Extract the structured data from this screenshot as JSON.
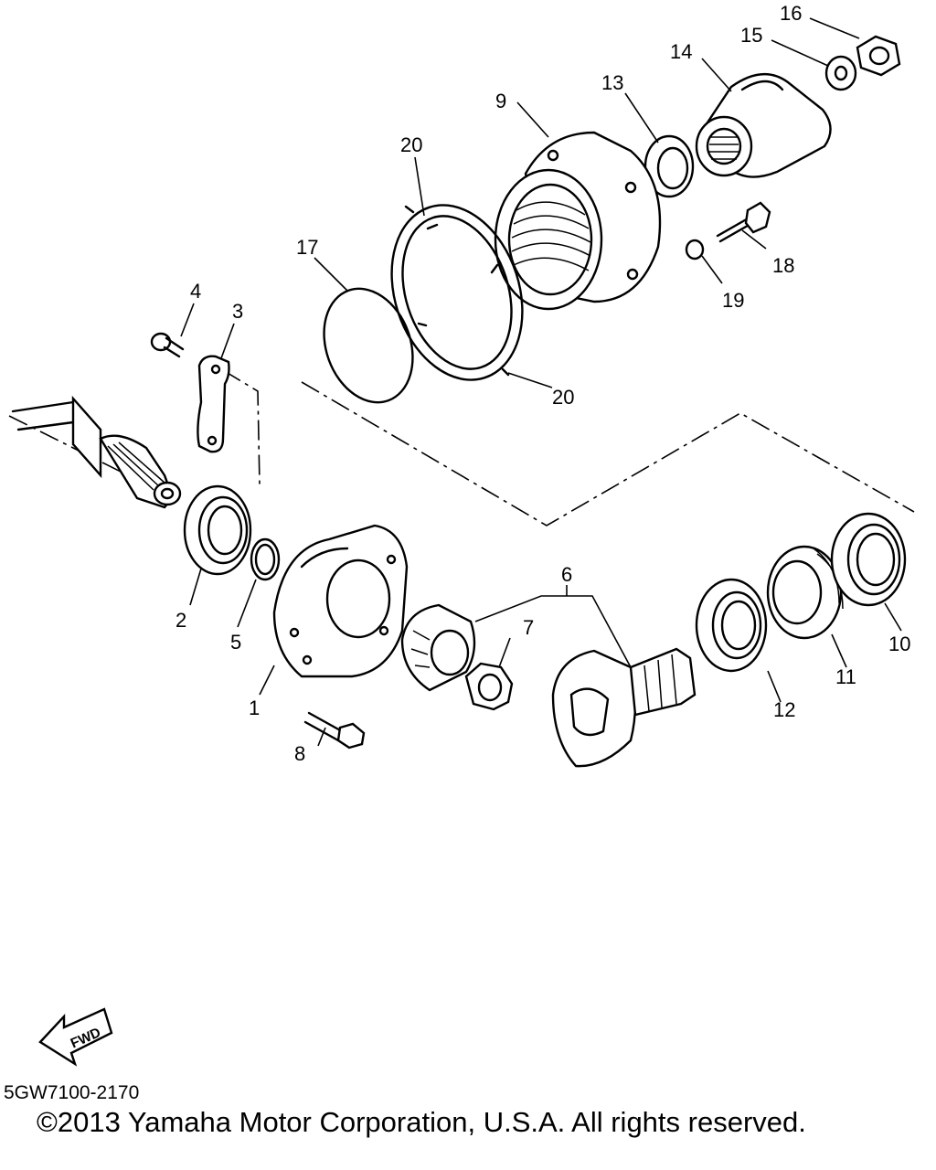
{
  "diagram": {
    "code": "5GW7100-2170",
    "copyright": "©2013 Yamaha Motor Corporation, U.S.A. All rights reserved.",
    "direction_badge": "FWD",
    "callouts": {
      "c1": "1",
      "c2": "2",
      "c3": "3",
      "c4": "4",
      "c5": "5",
      "c6": "6",
      "c7": "7",
      "c8": "8",
      "c9": "9",
      "c10": "10",
      "c11": "11",
      "c12": "12",
      "c13": "13",
      "c14": "14",
      "c15": "15",
      "c16": "16",
      "c17": "17",
      "c18": "18",
      "c19": "19",
      "c20a": "20",
      "c20b": "20"
    }
  }
}
